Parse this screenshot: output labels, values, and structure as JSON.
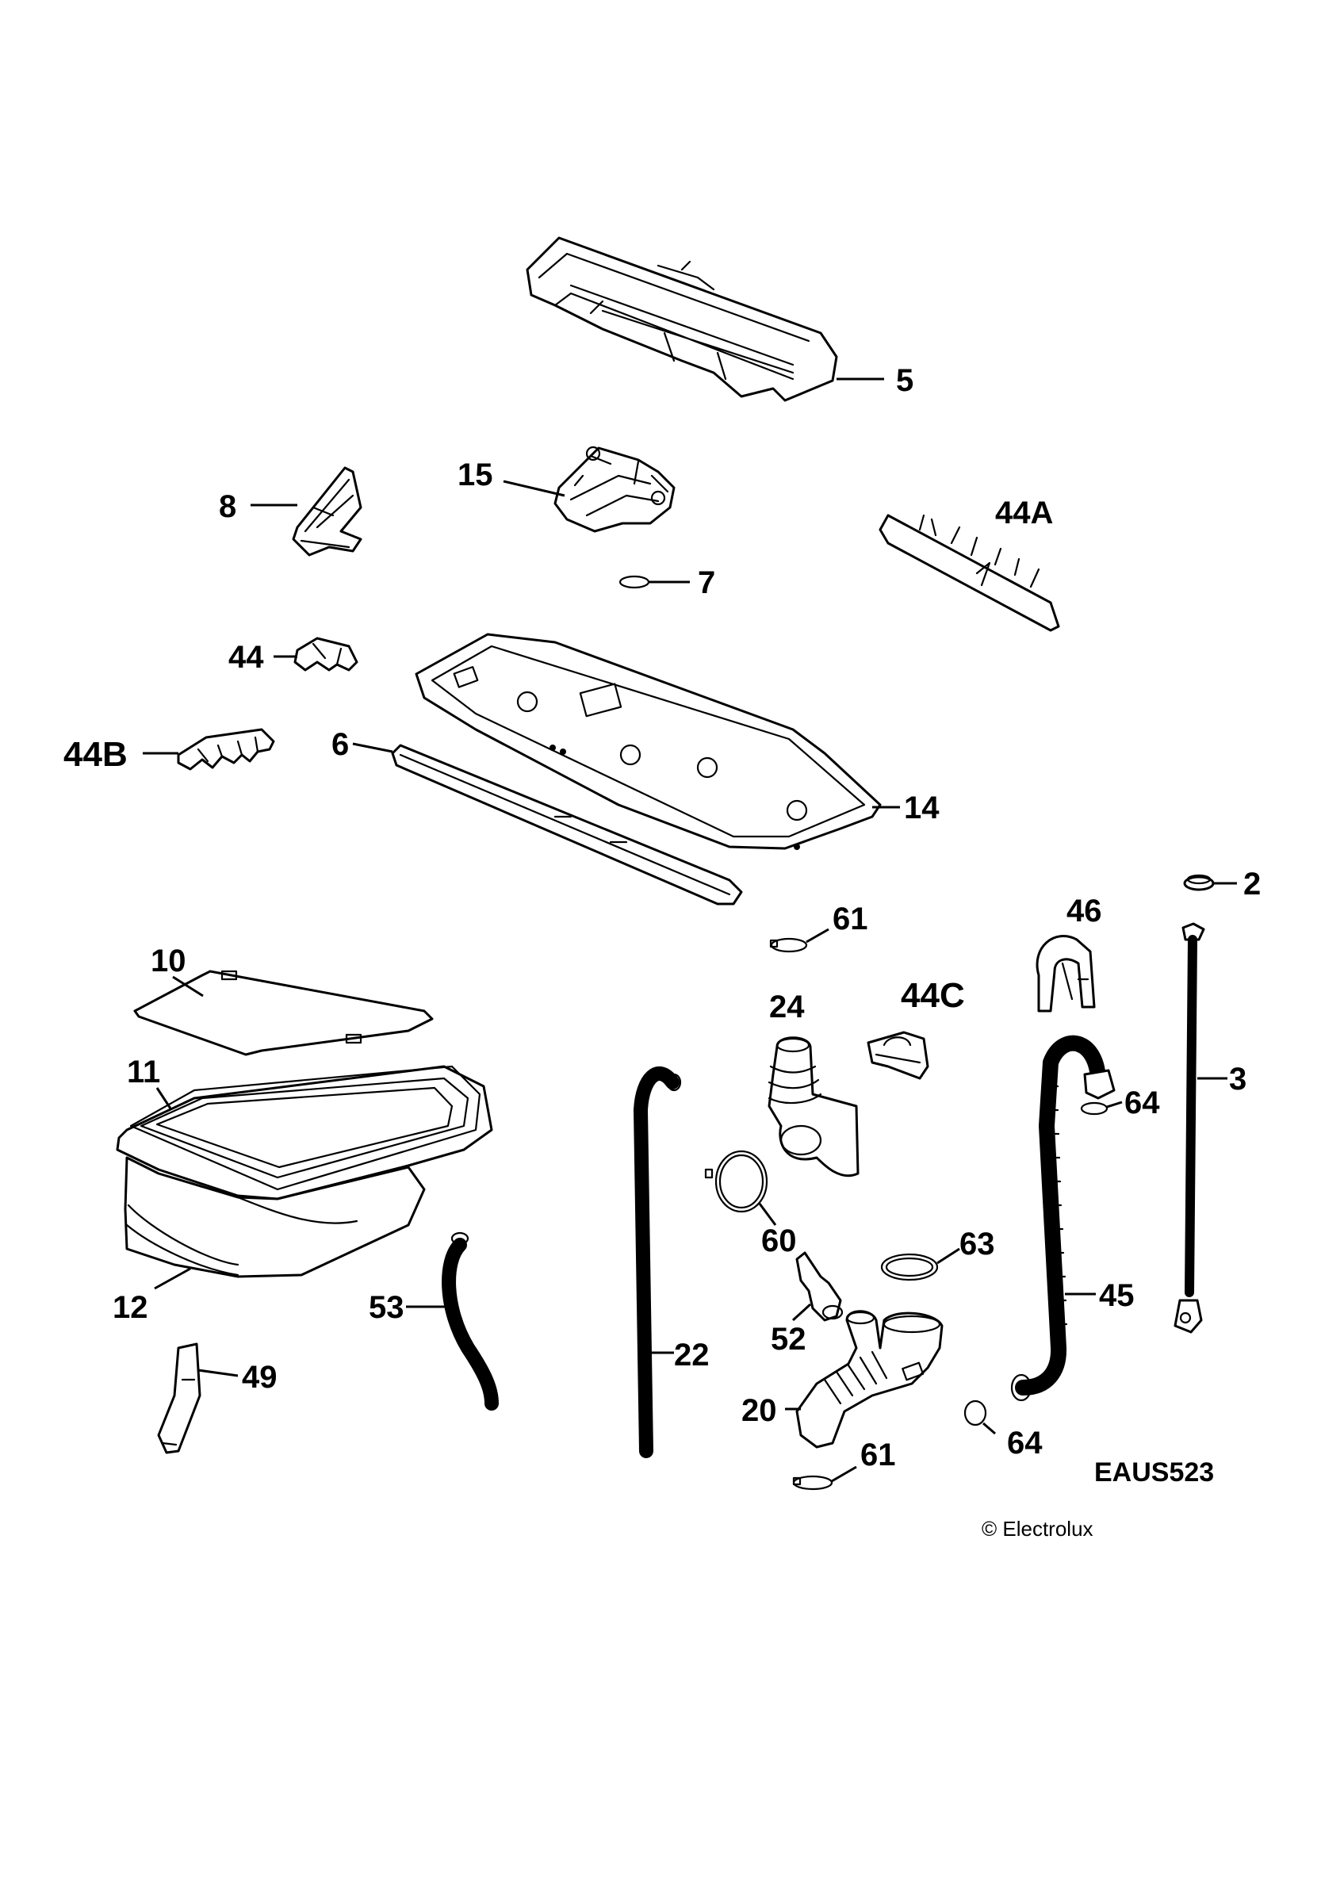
{
  "diagram": {
    "code": "EAUS523",
    "copyright": "© Electrolux"
  },
  "callouts": {
    "c5": "5",
    "c15": "15",
    "c8": "8",
    "c44a": "44A",
    "c7": "7",
    "c44": "44",
    "c6": "6",
    "c14": "14",
    "c44b": "44B",
    "c2": "2",
    "c46": "46",
    "c61a": "61",
    "c10": "10",
    "c24": "24",
    "c44c": "44C",
    "c3": "3",
    "c64a": "64",
    "c11": "11",
    "c60": "60",
    "c63": "63",
    "c45": "45",
    "c53": "53",
    "c12": "12",
    "c52": "52",
    "c22": "22",
    "c49": "49",
    "c20": "20",
    "c64b": "64",
    "c61b": "61"
  }
}
